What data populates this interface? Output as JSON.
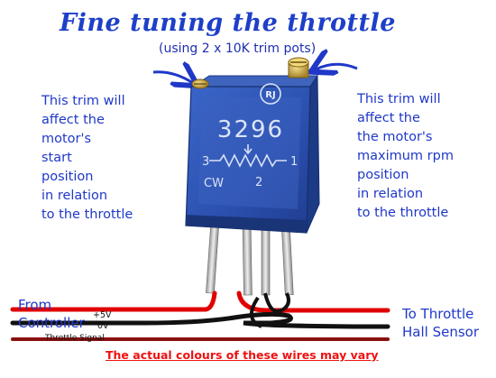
{
  "header": {
    "title": "Fine tuning the throttle",
    "subtitle": "(using 2 x 10K trim pots)"
  },
  "left_note": {
    "lines": [
      "This trim will",
      "affect the",
      "motor's",
      "start",
      "position",
      "in relation",
      "to the throttle"
    ]
  },
  "right_note": {
    "lines": [
      "This trim will",
      "affect the",
      "the motor's",
      "maximum rpm",
      "position",
      "in relation",
      "to the throttle"
    ]
  },
  "trim_pot": {
    "model": "3296",
    "logo": "RJ",
    "marking_left": "3",
    "marking_right": "1",
    "label_cw": "CW",
    "label_pin": "2"
  },
  "wires": {
    "from_label": [
      "From",
      "Controller"
    ],
    "to_label": [
      "To Throttle",
      "Hall Sensor"
    ],
    "signals": [
      "+5V",
      "0V",
      "Throttle Signal"
    ]
  },
  "footer": {
    "note": "The actual colours of these wires may vary"
  },
  "colors": {
    "text_blue": "#1f38c8",
    "pot_blue": "#2b4fae",
    "wire_red": "#e00000",
    "wire_black": "#111111",
    "wire_dark_red": "#8a1010",
    "note_red": "#ee1111"
  }
}
